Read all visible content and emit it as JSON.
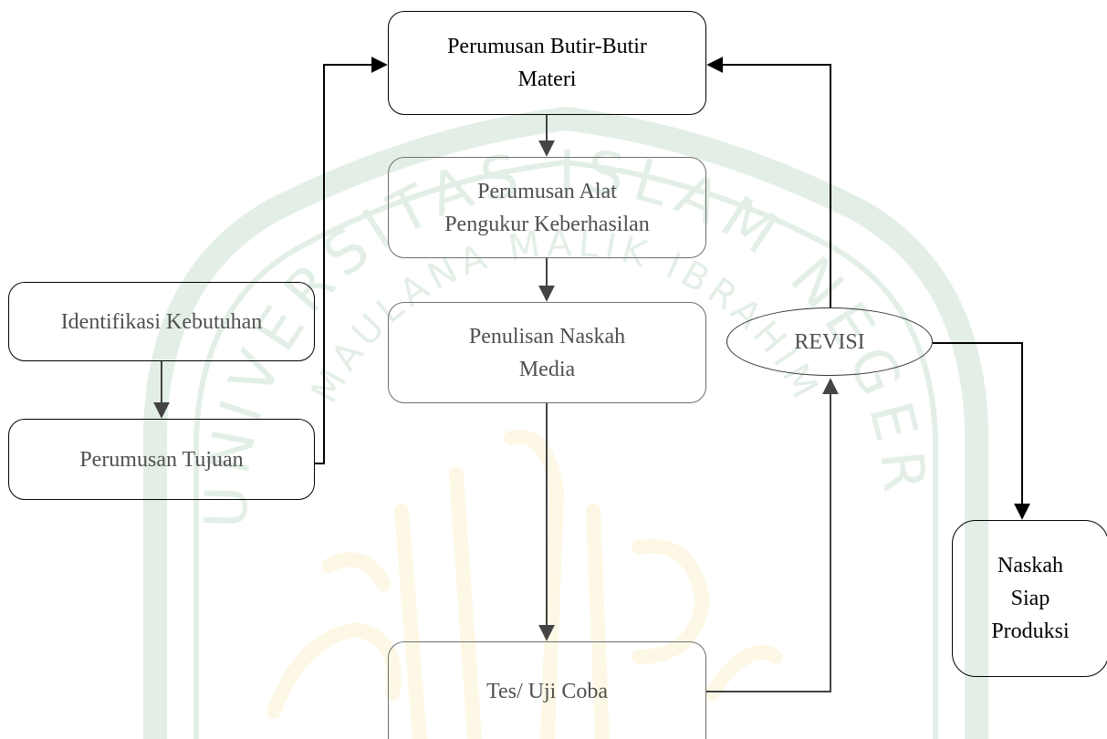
{
  "nodes": {
    "perumusan_materi": "Perumusan Butir-Butir\nMateri",
    "perumusan_alat": "Perumusan Alat\nPengukur Keberhasilan",
    "penulisan_naskah": "Penulisan Naskah\nMedia",
    "identifikasi": "Identifikasi Kebutuhan",
    "perumusan_tujuan": "Perumusan Tujuan",
    "tes_uji_coba": "Tes/ Uji Coba",
    "revisi": "REVISI",
    "naskah_siap": "Naskah\nSiap\nProduksi"
  },
  "watermark": {
    "outer_text": "UNIVERSITAS ISLAM NEGERI",
    "inner_text": "MAULANA MALIK IBRAHIM",
    "color": "#2e8b4a",
    "accent": "#f0d040"
  },
  "colors": {
    "line": "#444444",
    "solid_border": "#000000",
    "soft_border": "#6f6f6f"
  }
}
